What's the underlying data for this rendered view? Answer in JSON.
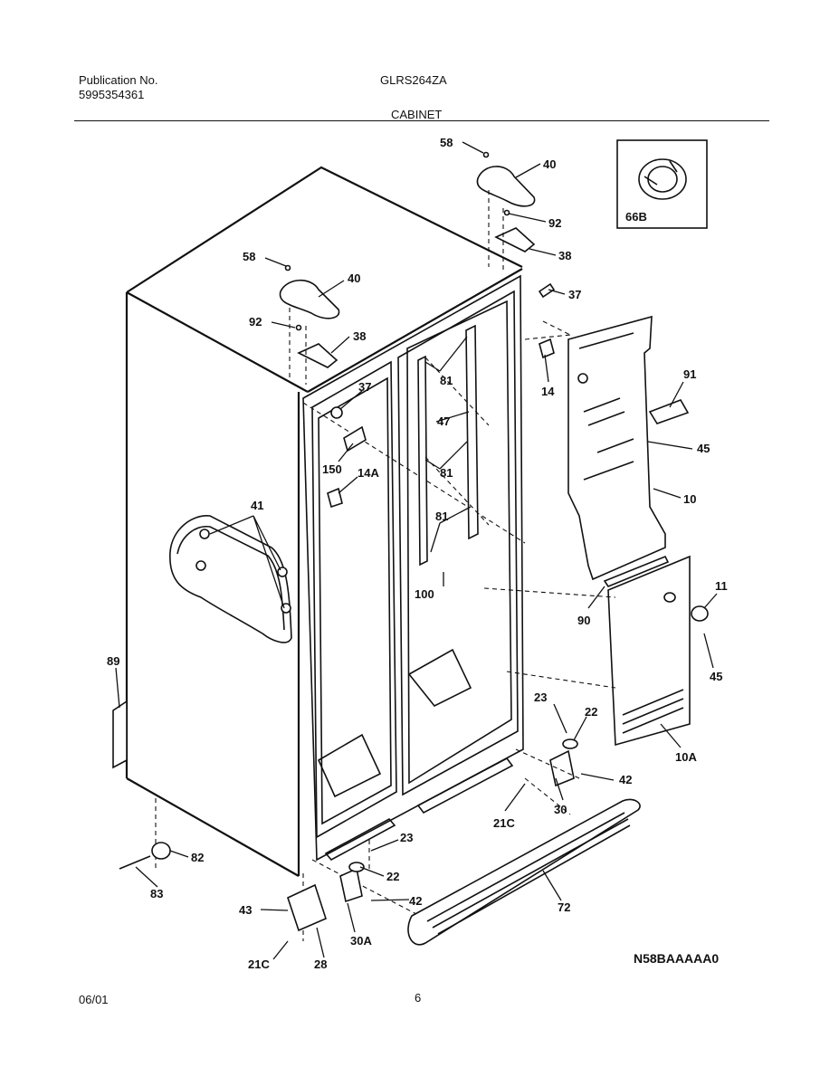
{
  "header": {
    "publication_label": "Publication No.",
    "publication_number": "5995354361",
    "model": "GLRS264ZA",
    "section": "CABINET"
  },
  "footer": {
    "date": "06/01",
    "page": "6",
    "diagram_code": "N58BAAAAA0"
  },
  "inset_label": "66B",
  "callouts": {
    "c58a": "58",
    "c40a": "40",
    "c92a": "92",
    "c38a": "38",
    "c58b": "58",
    "c40b": "40",
    "c92b": "92",
    "c38b": "38",
    "c37a": "37",
    "c37b": "37",
    "c14": "14",
    "c14a": "14A",
    "c150": "150",
    "c81a": "81",
    "c81b": "81",
    "c81c": "81",
    "c47": "47",
    "c91": "91",
    "c45a": "45",
    "c10": "10",
    "c41": "41",
    "c100": "100",
    "c11": "11",
    "c90": "90",
    "c45b": "45",
    "c89": "89",
    "c23a": "23",
    "c22a": "22",
    "c42a": "42",
    "c10a": "10A",
    "c30": "30",
    "c21ca": "21C",
    "c23b": "23",
    "c22b": "22",
    "c42b": "42",
    "c82": "82",
    "c83": "83",
    "c72": "72",
    "c43": "43",
    "c30a": "30A",
    "c21cb": "21C",
    "c28": "28"
  }
}
